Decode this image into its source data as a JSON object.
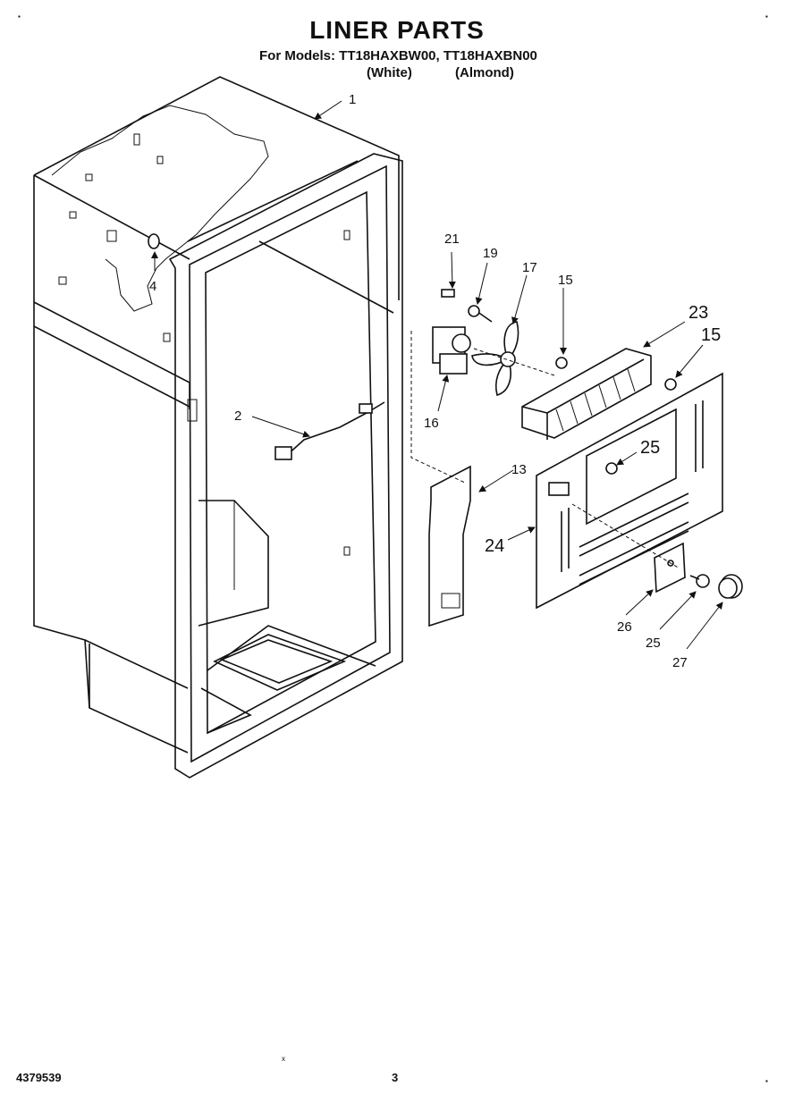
{
  "header": {
    "title": "LINER PARTS",
    "models_line": "For Models: TT18HAXBW00, TT18HAXBN00",
    "variant_white": "(White)",
    "variant_almond": "(Almond)"
  },
  "footer": {
    "document_number": "4379539",
    "page_number": "3"
  },
  "callouts": {
    "c1": "1",
    "c2": "2",
    "c4": "4",
    "c13": "13",
    "c15a": "15",
    "c15b": "15",
    "c16": "16",
    "c17": "17",
    "c19": "19",
    "c21": "21",
    "c23": "23",
    "c24": "24",
    "c25a": "25",
    "c25b": "25",
    "c26": "26",
    "c27": "27"
  }
}
